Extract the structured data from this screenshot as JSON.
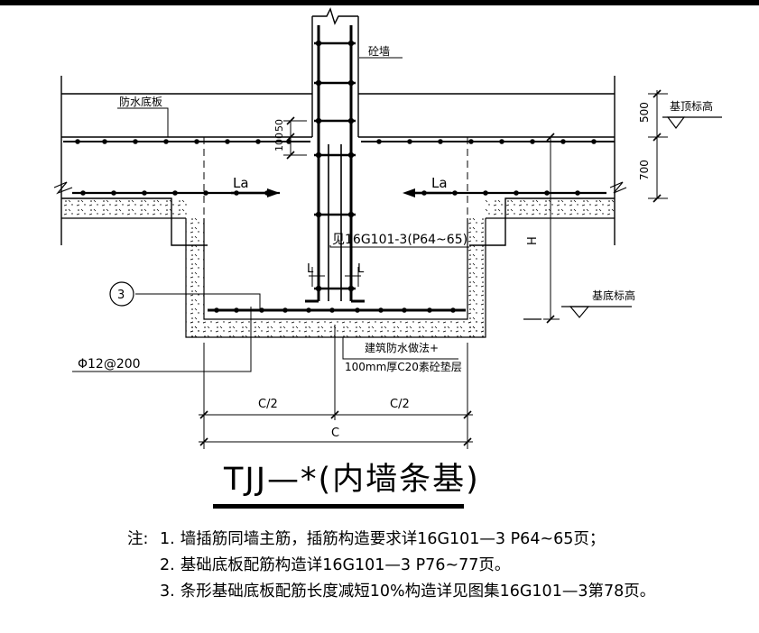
{
  "labels": {
    "wall": "砼墙",
    "waterproof_slab": "防水底板",
    "top_elevation": "基顶标高",
    "bottom_elevation": "基底标高",
    "la_left": "La",
    "la_right": "La",
    "ref_note": "见16G101-3(P64~65)",
    "h_dim": "H",
    "l_left": "L",
    "l_right": "L",
    "dim_50": "50",
    "dim_100": "100",
    "dim_500": "500",
    "dim_700": "700",
    "callout_3": "3",
    "rebar_spec": "Φ12@200",
    "waterproof_line1": "建筑防水做法+",
    "waterproof_line2": "100mm厚C20素砼垫层",
    "c_half_left": "C/2",
    "c_half_right": "C/2",
    "c_total": "C"
  },
  "title": "TJJ—*(内墙条基)",
  "notes": {
    "prefix": "注:",
    "items": [
      {
        "num": "1.",
        "text": "墙插筋同墙主筋，插筋构造要求详16G101—3 P64~65页；"
      },
      {
        "num": "2.",
        "text": "基础底板配筋构造详16G101—3 P76~77页。"
      },
      {
        "num": "3.",
        "text": "条形基础底板配筋长度减短10%构造详见图集16G101—3第78页。"
      }
    ]
  }
}
